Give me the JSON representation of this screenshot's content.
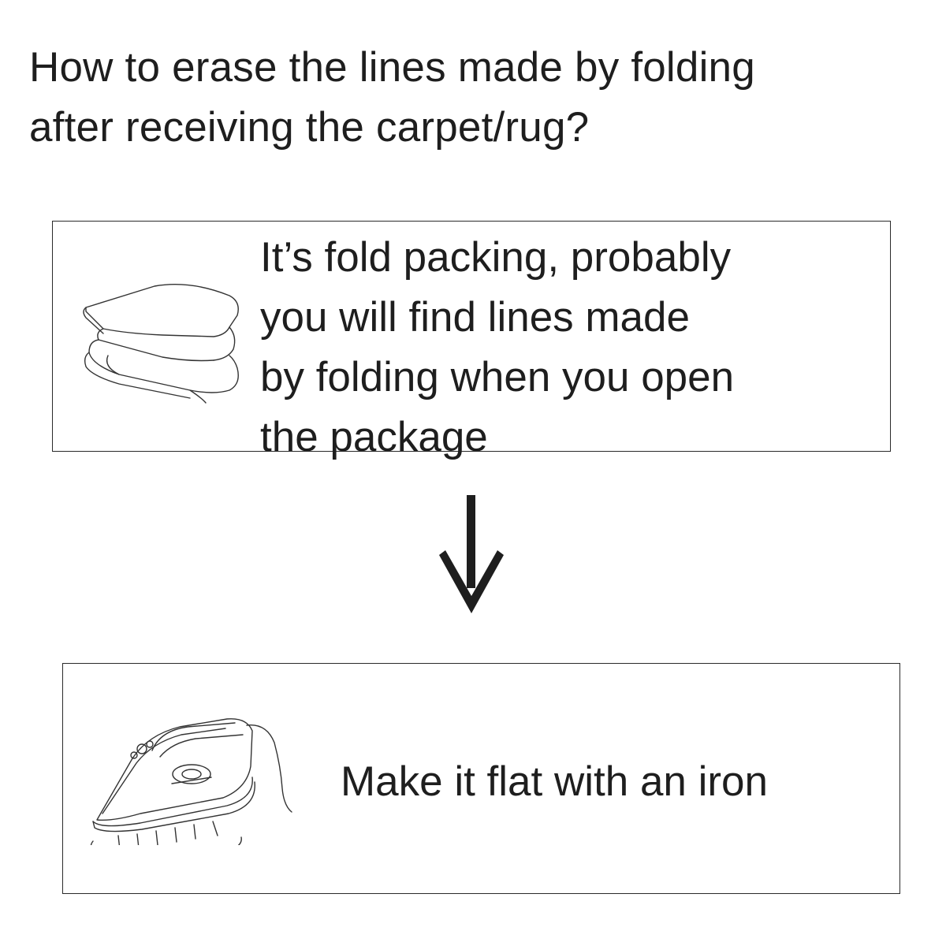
{
  "header": {
    "title_line1": "How to erase the lines made by folding",
    "title_line2": "after receiving the carpet/rug?"
  },
  "step1": {
    "icon": "folded-carpet-icon",
    "text_lines": [
      "It’s fold packing, probably",
      "you will find lines made",
      "by folding when you open",
      "the package"
    ]
  },
  "connector": {
    "icon": "arrow-down-icon"
  },
  "step2": {
    "icon": "steam-iron-icon",
    "text": "Make it flat with an iron"
  },
  "colors": {
    "text": "#1e1e1e",
    "line": "#2a2a2a",
    "background": "#ffffff"
  }
}
